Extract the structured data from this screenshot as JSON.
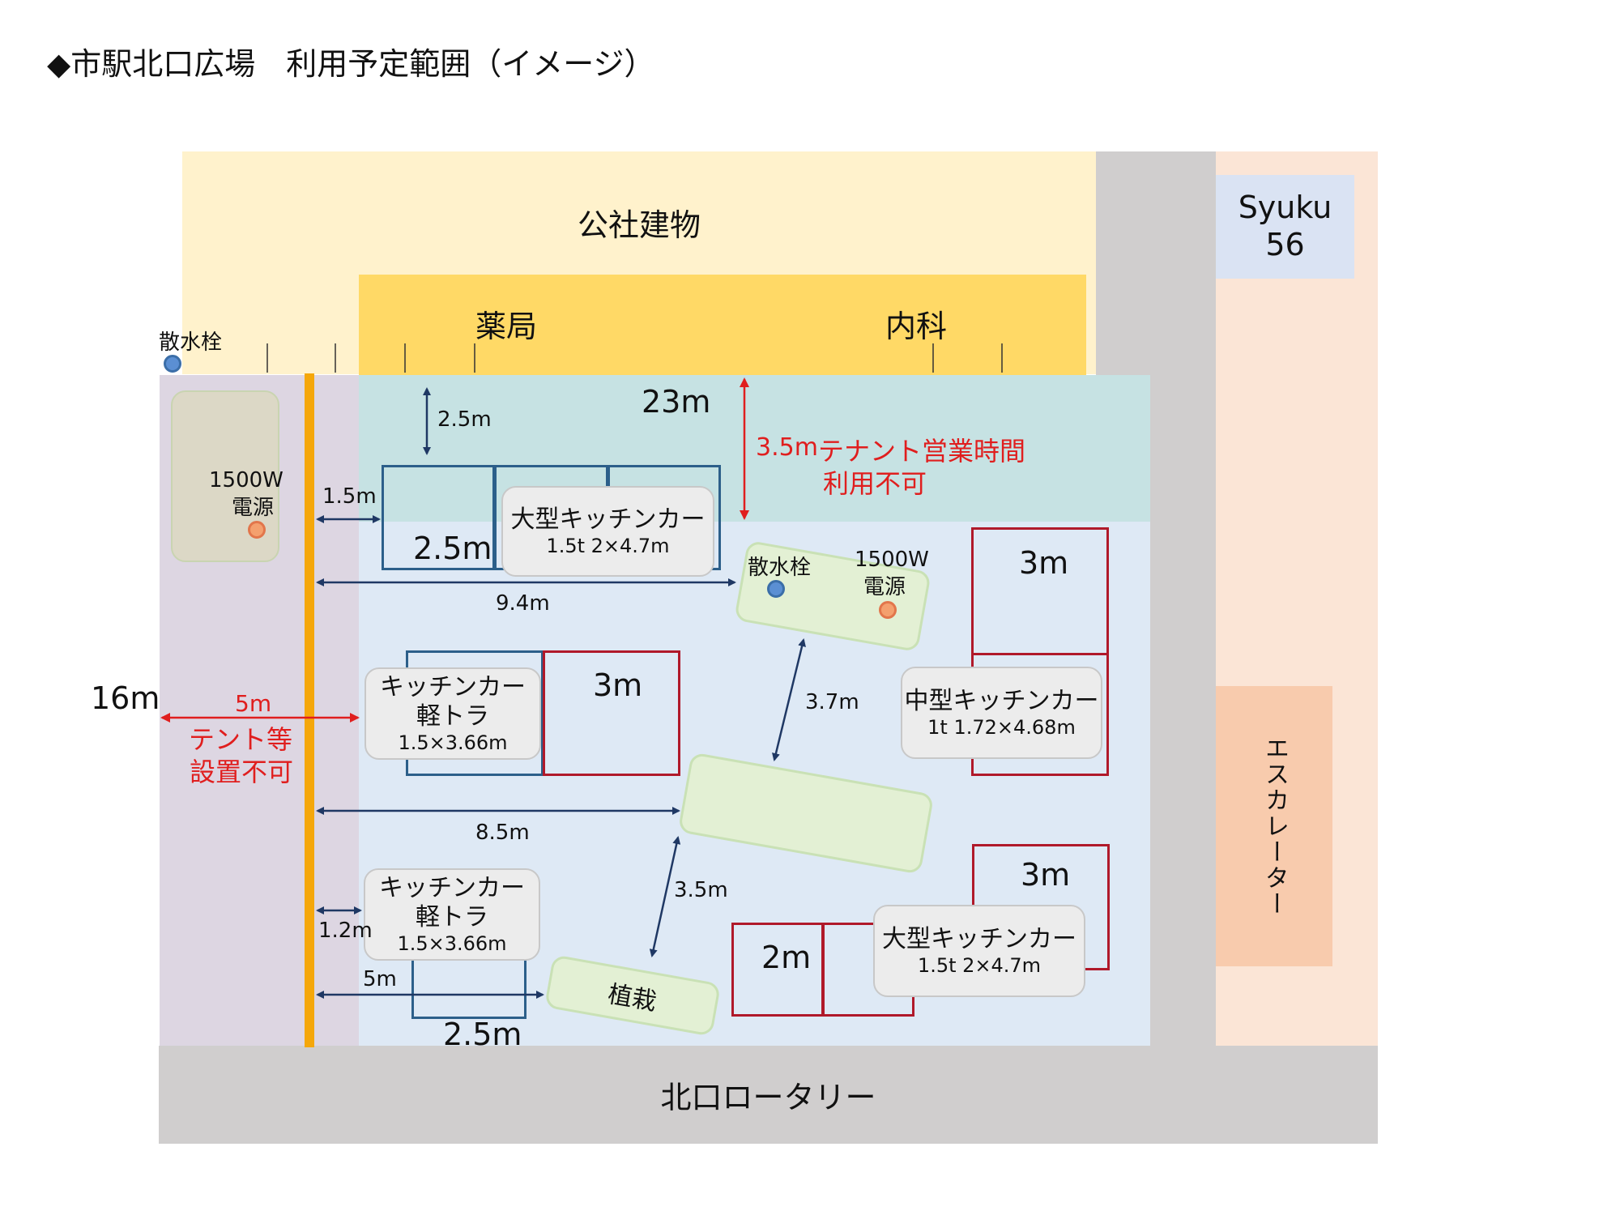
{
  "title": "◆市駅北口広場　利用予定範囲（イメージ）",
  "areas": {
    "building": "公社建物",
    "pharmacy": "薬局",
    "clinic": "内科",
    "syuku_line1": "Syuku",
    "syuku_line2": "56",
    "escalator": "エスカレーター",
    "rotary": "北口ロータリー",
    "planting": "植栽"
  },
  "fixtures": {
    "hydrant_left": "散水栓",
    "hydrant_center": "散水栓",
    "power_left_watt": "1500W",
    "power_left_label": "電源",
    "power_center_watt": "1500W",
    "power_center_label": "電源"
  },
  "notices": {
    "tenant_hours_dim": "3.5m",
    "tenant_hours_line1": "テナント営業時間",
    "tenant_hours_line2": "利用不可",
    "no_tent_dim": "5m",
    "no_tent_line1": "テント等",
    "no_tent_line2": "設置不可"
  },
  "dimensions": {
    "width_total": "23m",
    "height_total": "16m",
    "top_gap": "2.5m",
    "left_gap_top": "1.5m",
    "top_plot_depth": "2.5m",
    "span_94": "9.4m",
    "span_85": "8.5m",
    "gap_37": "3.7m",
    "gap_35": "3.5m",
    "left_gap_bottom": "1.2m",
    "span_5": "5m",
    "bottom_plot_depth": "2.5m",
    "mid_plot": "3m",
    "right_top_plot": "3m",
    "right_bottom_plot": "3m",
    "bottom_small_plot": "2m"
  },
  "trucks": [
    {
      "name": "大型キッチンカー",
      "spec": "1.5t  2×4.7m"
    },
    {
      "name_line1": "キッチンカー",
      "name_line2": "軽トラ",
      "spec": "1.5×3.66m"
    },
    {
      "name": "中型キッチンカー",
      "spec": "1t  1.72×4.68m"
    },
    {
      "name_line1": "キッチンカー",
      "name_line2": "軽トラ",
      "spec": "1.5×3.66m"
    },
    {
      "name": "大型キッチンカー",
      "spec": "1.5t  2×4.7m"
    }
  ],
  "colors": {
    "building": "#fff2cc",
    "shops": "#ffd966",
    "road_gray": "#d0cece",
    "right_strip": "#fbe5d6",
    "syuku": "#dae3f3",
    "escalator": "#f8cbad",
    "teal_zone": "#c6e2e3",
    "plaza": "#dee9f5",
    "no_tent_zone": "#ddd6e2",
    "orange_line": "#f5a70a"
  }
}
